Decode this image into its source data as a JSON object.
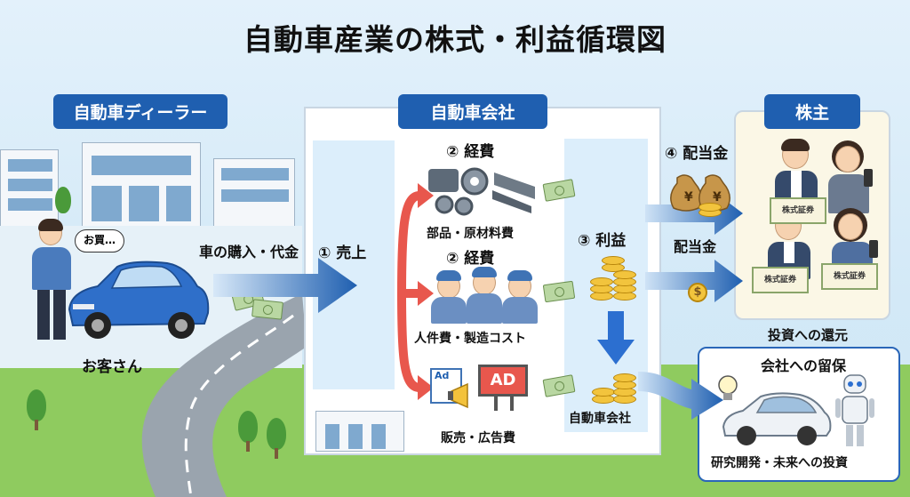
{
  "title": "自動車産業の株式・利益循環図",
  "sections": {
    "dealer": "自動車ディーラー",
    "company": "自動車会社",
    "shareholders": "株主"
  },
  "customer": {
    "speech": "お買…",
    "label": "お客さん"
  },
  "flow": {
    "purchase": "車の購入・代金",
    "sales": "① 売上",
    "expense_parts_title": "② 経費",
    "expense_parts": "部品・原材料費",
    "expense_labor_title": "② 経費",
    "expense_labor": "人件費・製造コスト",
    "expense_sales": "販売・広告費",
    "ad_sign": "AD",
    "ad_card": "Ad",
    "profit": "③ 利益",
    "company_reserve": "自動車会社",
    "dividend_title": "④ 配当金",
    "dividend": "配当金",
    "investor_return": "投資への還元",
    "retention_title": "会社への留保",
    "retention_detail": "研究開発・未来への投資"
  },
  "certificates": [
    "株式証券",
    "株式証券",
    "株式証券"
  ],
  "icons": [
    "money-bag-icon",
    "yen-icon",
    "dollar-coin-icon",
    "lightbulb-icon",
    "robot-icon",
    "gear-icon",
    "megaphone-icon"
  ],
  "colors": {
    "brand_blue": "#1f5fb0",
    "arrow_blue": "#2c6fd0",
    "arrow_red": "#e8574d",
    "gold": "#f2c43d",
    "grass": "#8fcb5f"
  }
}
